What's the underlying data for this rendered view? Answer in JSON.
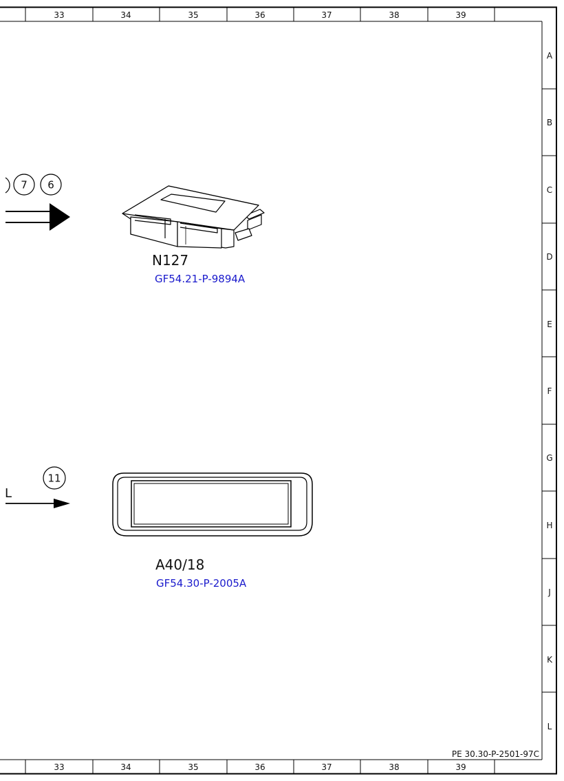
{
  "grid": {
    "columns": [
      "33",
      "34",
      "35",
      "36",
      "37",
      "38",
      "39"
    ],
    "rows": [
      "A",
      "B",
      "C",
      "D",
      "E",
      "F",
      "G",
      "H",
      "J",
      "K",
      "L"
    ]
  },
  "document_number": "PE 30.30-P-2501-97C",
  "connections": {
    "upper": {
      "bubbles": [
        "7",
        "6"
      ]
    },
    "lower": {
      "bubbles": [
        "11"
      ],
      "side_letter": "L"
    }
  },
  "components": {
    "n127": {
      "id": "N127",
      "ref": "GF54.21-P-9894A"
    },
    "a40_18": {
      "id": "A40/18",
      "ref": "GF54.30-P-2005A"
    }
  }
}
